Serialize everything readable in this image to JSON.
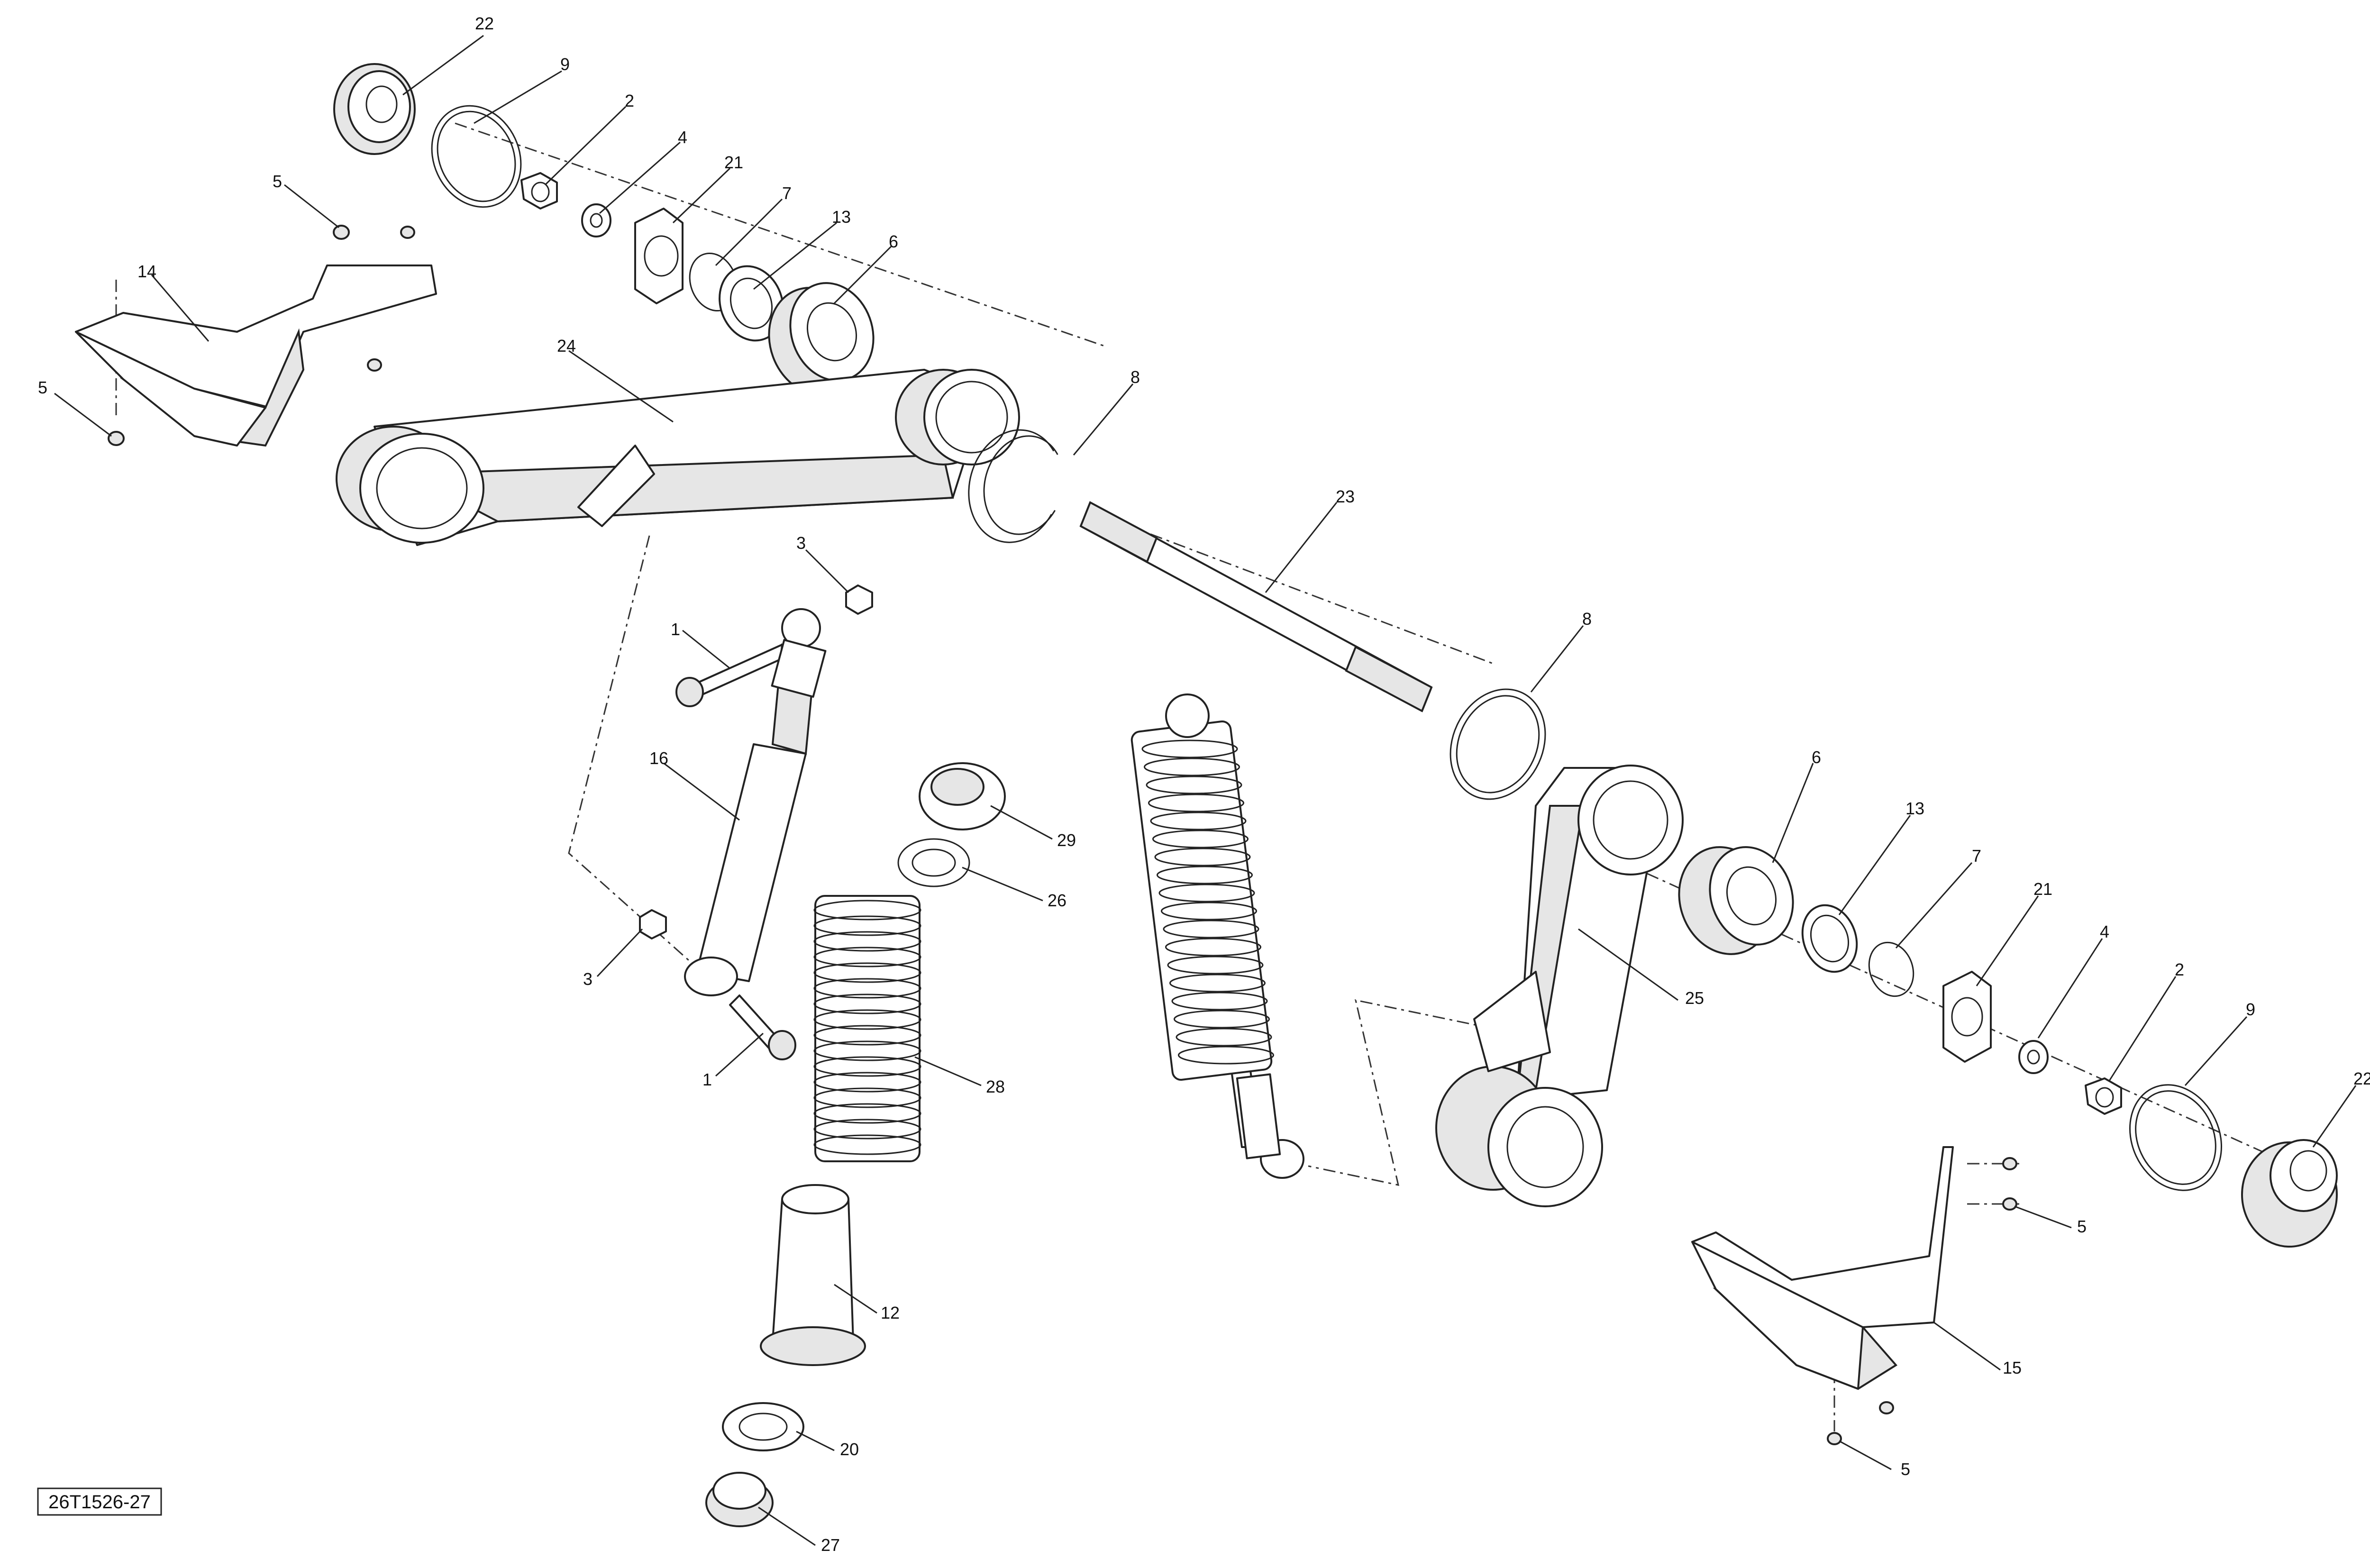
{
  "reference_code": "26T1526-27",
  "callouts": {
    "c22a": "22",
    "c9a": "9",
    "c2a": "2",
    "c4a": "4",
    "c21a": "21",
    "c7a": "7",
    "c13a": "13",
    "c6a": "6",
    "c5a": "5",
    "c14": "14",
    "c5b": "5",
    "c24": "24",
    "c8a": "8",
    "c23": "23",
    "c3a": "3",
    "c1a": "1",
    "c16": "16",
    "c3b": "3",
    "c1b": "1",
    "c29": "29",
    "c26": "26",
    "c28": "28",
    "c12": "12",
    "c20": "20",
    "c27": "27",
    "c8b": "8",
    "c6b": "6",
    "c13b": "13",
    "c7b": "7",
    "c21b": "21",
    "c4b": "4",
    "c2b": "2",
    "c9b": "9",
    "c22b": "22",
    "c25": "25",
    "c5c": "5",
    "c15": "15",
    "c5d": "5"
  }
}
